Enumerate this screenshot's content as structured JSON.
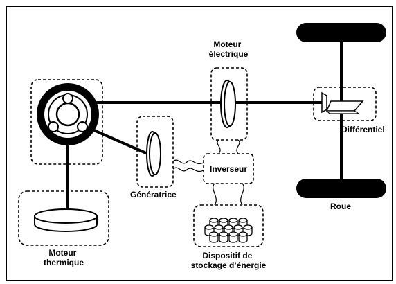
{
  "labels": {
    "moteur_electrique_line1": "Moteur",
    "moteur_electrique_line2": "électrique",
    "differentiel": "Différentiel",
    "generatrice": "Génératrice",
    "inverseur": "Inverseur",
    "roue": "Roue",
    "moteur_thermique_line1": "Moteur",
    "moteur_thermique_line2": "thermique",
    "dispositif_line1": "Dispositif de",
    "dispositif_line2": "stockage d’énergie"
  },
  "colors": {
    "stroke": "#000000",
    "background": "#ffffff"
  }
}
